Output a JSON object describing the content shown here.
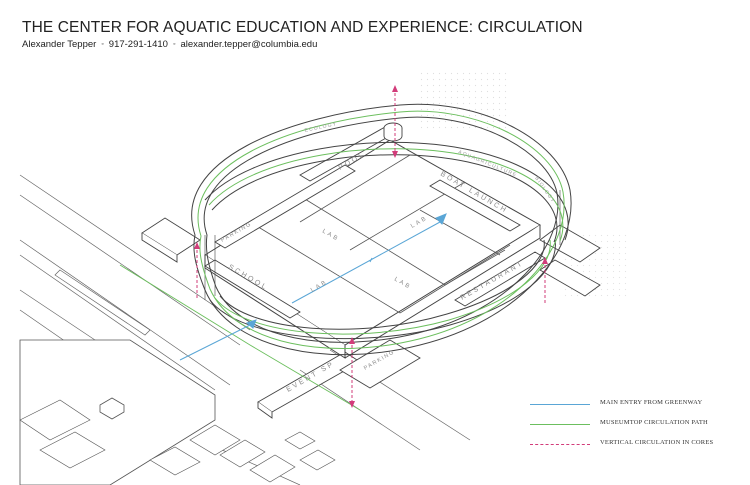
{
  "header": {
    "title": "THE CENTER FOR AQUATIC EDUCATION AND EXPERIENCE: CIRCULATION",
    "author": "Alexander Tepper",
    "phone": "917-291-1410",
    "email": "alexander.tepper@columbia.edu",
    "separator": "◦"
  },
  "labels": {
    "pool": "POOL",
    "boat_launch": "BOAT LAUNCH",
    "parking_top": "PARKING",
    "lab_1": "LAB",
    "lab_2": "LAB",
    "lab_3": "LAB",
    "lab_4": "LAB",
    "school": "SCHOOL",
    "restaurant": "RESTAURANT",
    "event_space": "EVENT SP",
    "parking_bottom": "PARKING",
    "ribbon_ecology": "ECOLOGY",
    "ribbon_agriculture": "AQUAGRICULTURE",
    "ribbon_biology": "BIOLOGY"
  },
  "legend": [
    {
      "label": "MAIN ENTRY FROM GREENWAY",
      "color": "#5aa6d6",
      "style": "solid"
    },
    {
      "label": "MUSEUMTOP CIRCULATION PATH",
      "color": "#6cbf5e",
      "style": "solid"
    },
    {
      "label": "VERTICAL CIRCULATION IN CORES",
      "color": "#d23c7a",
      "style": "dashed"
    }
  ],
  "colors": {
    "main_entry": "#5aa6d6",
    "circulation": "#6cbf5e",
    "vertical": "#d23c7a",
    "linework": "#444444"
  }
}
